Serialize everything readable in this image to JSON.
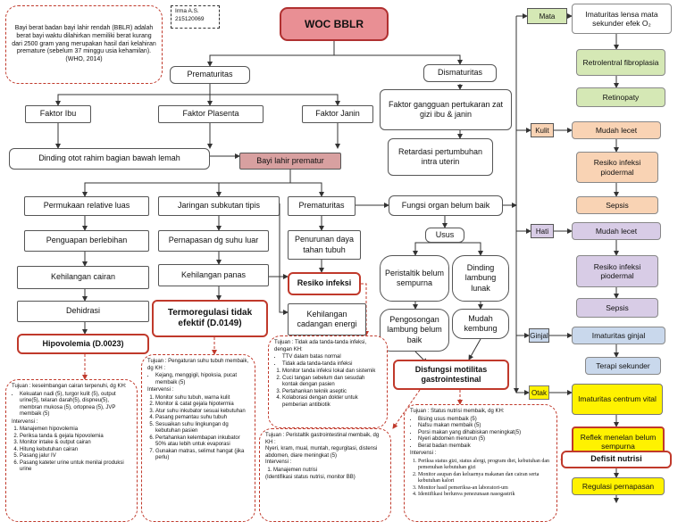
{
  "title": "WOC BBLR",
  "author": {
    "name": "Irma A.S.",
    "id": "215120069"
  },
  "definition": "Bayi berat badan bayi lahir rendah (BBLR) adalah berat bayi waktu dilahirkan memiliki berat kurang dari 2500 gram yang merupakan hasil dari kelahiran premature (sebelum 37 minggu usia kehamilan). (WHO, 2014)",
  "nodes": {
    "prematuritas": "Prematuritas",
    "dismaturitas": "Dismaturitas",
    "faktor_ibu": "Faktor Ibu",
    "faktor_plasenta": "Faktor Plasenta",
    "faktor_janin": "Faktor Janin",
    "faktor_gangguan": "Faktor gangguan pertukaran zat gizi ibu & janin",
    "dinding_otot": "Dinding otot rahim bagian bawah lemah",
    "bayi_lahir_prematur": "Bayi lahir prematur",
    "retardasi": "Retardasi pertumbuhan intra uterin",
    "permukaan": "Permukaan relative luas",
    "jaringan": "Jaringan subkutan tipis",
    "prematuritas2": "Prematuritas",
    "fungsi_organ": "Fungsi organ belum baik",
    "penguapan": "Penguapan berlebihan",
    "pernapasan": "Pernapasan dg suhu luar",
    "penurunan_daya": "Penurunan daya tahan tubuh",
    "usus": "Usus",
    "kehilangan_cairan": "Kehilangan cairan",
    "kehilangan_panas": "Kehilangan panas",
    "resiko_infeksi": "Resiko infeksi",
    "peristaltik": "Peristaltik belum sempurna",
    "dinding_lambung": "Dinding lambung lunak",
    "dehidrasi": "Dehidrasi",
    "termoregulasi": "Termoregulasi tidak efektif (D.0149)",
    "kehilangan_cadangan": "Kehilangan cadangan energi",
    "pengosongan": "Pengosongan lambung belum baik",
    "mudah_kembung": "Mudah kembung",
    "hipovolemia": "Hipovolemia (D.0023)",
    "dismotilitas": "Disfungsi motilitas gastrointestinal"
  },
  "right": {
    "mata": "Mata",
    "imaturitas_lensa": "Imaturitas lensa mata sekunder efek O₂",
    "retrolental": "Retrolentral fibroplasia",
    "retinopaty": "Retinopaty",
    "kulit": "Kulit",
    "mudah_lecet1": "Mudah lecet",
    "resiko_piodermal1": "Resiko infeksi piodermal",
    "sepsis1": "Sepsis",
    "hati": "Hati",
    "mudah_lecet2": "Mudah lecet",
    "resiko_piodermal2": "Resiko infeksi piodermal",
    "sepsis2": "Sepsis",
    "ginjal": "Ginjal",
    "imaturitas_ginjal": "Imaturitas ginjal",
    "terapi": "Terapi sekunder",
    "otak": "Otak",
    "imaturitas_centrum": "Imaturitas centrum vital",
    "reflek": "Reflek menelan belum sempurna",
    "defisit": "Defisit nutrisi",
    "regulasi": "Regulasi pernapasan"
  },
  "notes": {
    "hipovolemia": {
      "tujuan": "Tujuan : keseimbangan cairan terpenuhi, dg KH:",
      "criteria": [
        "Kekuatan nadi (5), turgor kulit (5), output urine(5), telaran darah(5), dispneu(5), membran mukosa (5), ortopnea (5), JVP membaik (5)"
      ],
      "intervensi_label": "Intervensi :",
      "interventions": [
        "Manajemen hipovolemia",
        "Periksa tanda & gejala hipovolemia",
        "Monitor intake & output cairan",
        "Hitung kebutuhan cairan",
        "Pasang jalur IV",
        "Pasang kateter urine untuk menilai produksi urine"
      ]
    },
    "termo": {
      "tujuan": "Tujuan : Pengaturan suhu tubuh membaik, dg KH :",
      "criteria": [
        "Kejang, menggigil, hipoksia, pucat membaik (5)"
      ],
      "intervensi_label": "Intervensi :",
      "interventions": [
        "Monitor suhu tubuh, warna kulit",
        "Monitor & catat gejala hipotermia",
        "Atur suhu inkubator sesuai kebutuhan",
        "Pasang pemantau suhu tubuh",
        "Sesuaikan suhu lingkungan dg kebutuhan pasien",
        "Pertahankan kelembapan inkubator 50% atau lebih untuk evaporasi",
        "Gunakan matras, selimut hangat (jika perlu)"
      ]
    },
    "infeksi": {
      "tujuan": "Tujuan : Tidak ada tanda-tanda infeksi, dengan KH:",
      "criteria": [
        "TTV dalam batas normal",
        "Tidak ada tanda-tanda infeksi"
      ],
      "interventions": [
        "Monitor tanda infeksi lokal dan sistemik",
        "Cuci tangan sebelum dan sesudah kontak dengan pasien",
        "Pertahankan teknik aseptic",
        "Kolaborasi dengan dokter untuk pemberian antibiotik"
      ]
    },
    "gastro": {
      "tujuan": "Tujuan : Peristaltik gastrointestinal membaik, dg KH :",
      "criteria": "Nyeri, kram, mual, muntah, regurgitasi, distensi abdomen, diare meningkat (5)",
      "intervensi_label": "Intervensi :",
      "interventions": [
        "Manajemen nutrisi",
        "(Identifikasi status nutrisi, monitor BB)"
      ]
    },
    "nutrisi": {
      "tujuan": "Tujuan : Status nutrisi membaik, dg KH:",
      "criteria": [
        "Bising usus membaik (5)",
        "Nafsu makan membaik (5)",
        "Porsi makan yang dihabiskan meningkat(5)",
        "Nyeri abdomen menurun (5)",
        "Berat badan membaik"
      ],
      "intervensi_label": "Intervensi :",
      "interventions": [
        "Periksa status gizi, status alergi, program diet, kebutuhan dan pemenuhan kebutuhan gizi",
        "Monitor asupan dan keluarnya makanan dan cairan serta kebutuhan kalori",
        "Monitor hasil pemeriksa-an laboratori-um",
        "Identifikasi berlunva penezunaan nasogastrik"
      ]
    }
  }
}
